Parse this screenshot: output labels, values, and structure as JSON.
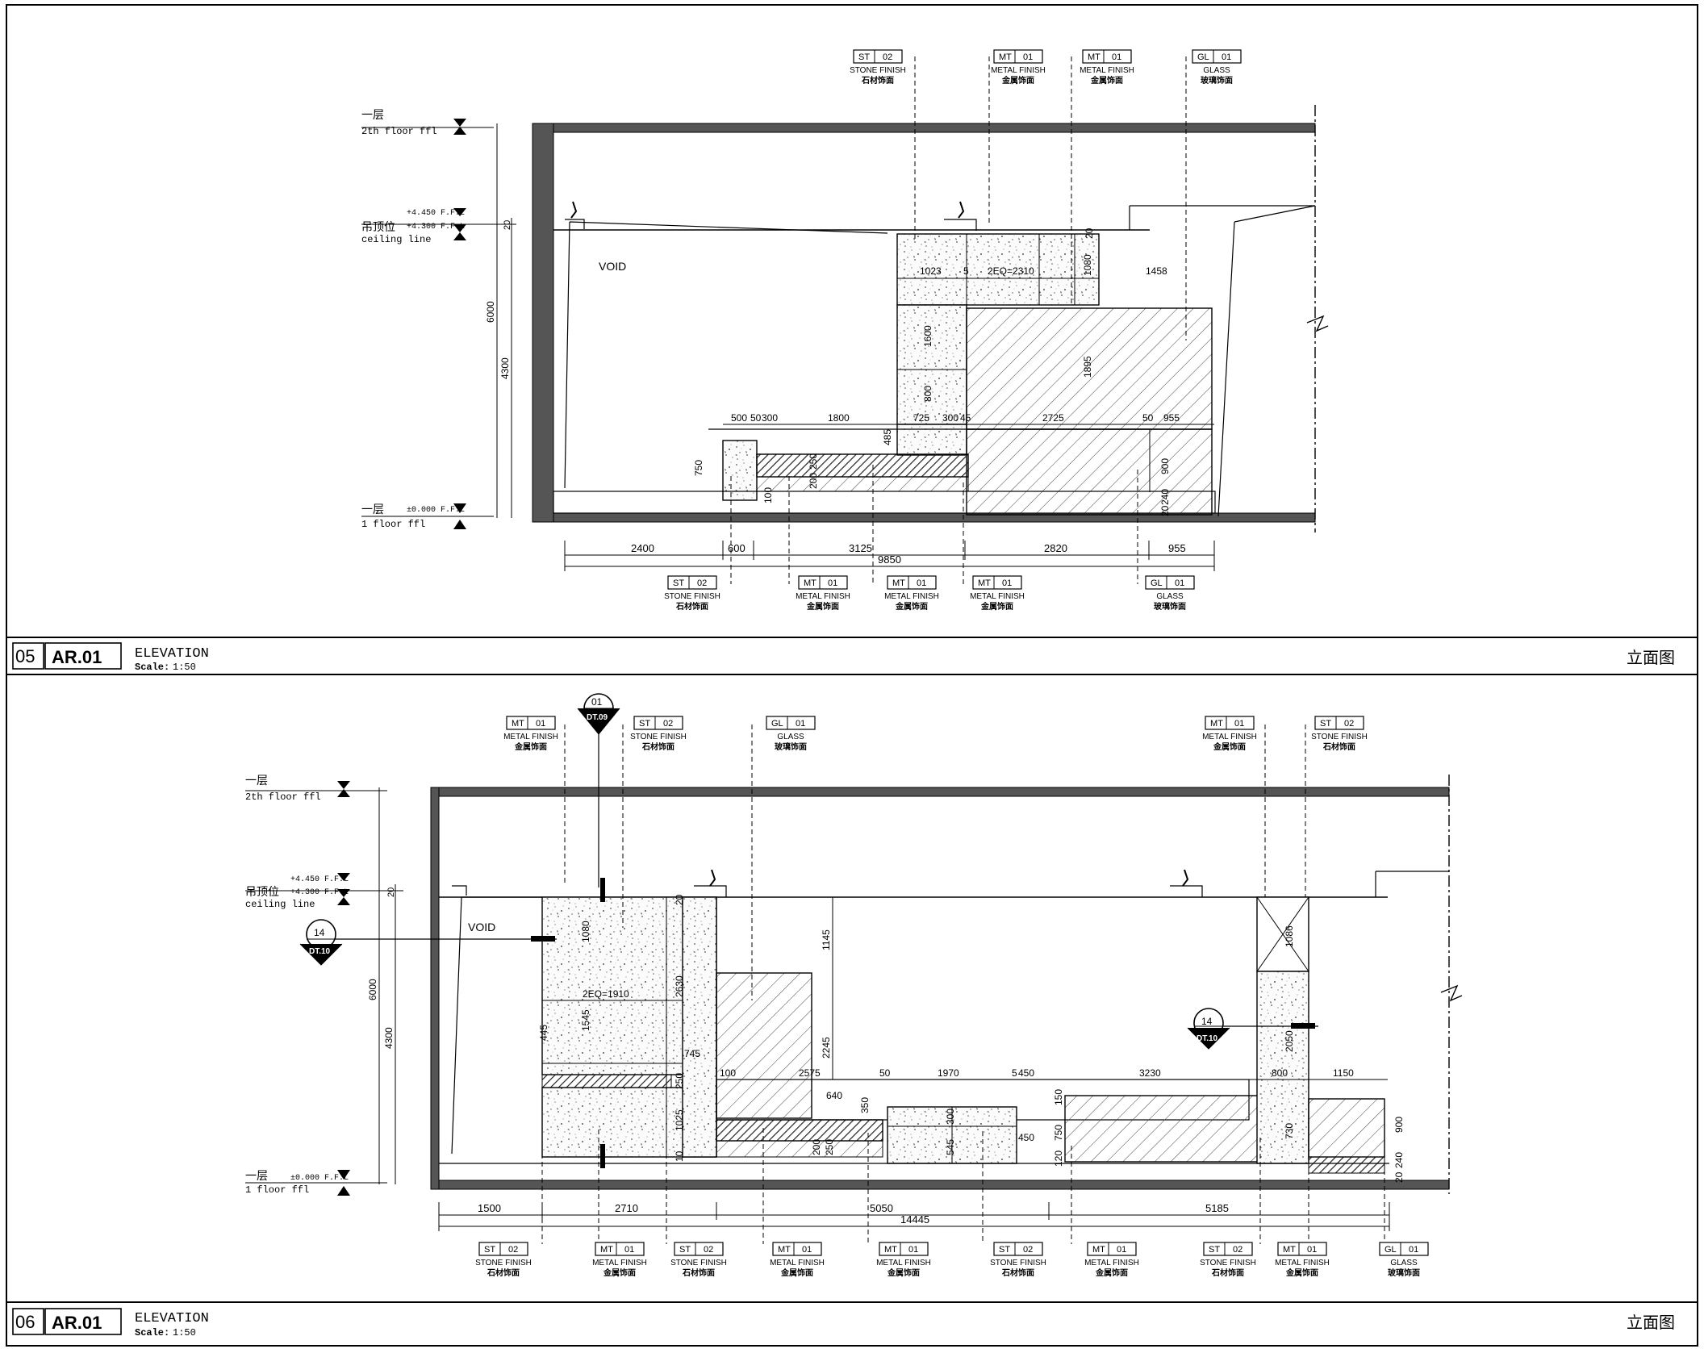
{
  "sheet_frame": "drawing-sheet",
  "elevations": [
    {
      "id": "elev-05",
      "void_label": "VOID",
      "levels": {
        "upper_cn": "一层",
        "upper_en": "2th floor ffl",
        "ceiling_cn": "吊顶位",
        "ceiling_en": "ceiling line",
        "lower_cn": "一层",
        "lower_en": "1 floor ffl",
        "elev_a": "+4.450 F.F.L",
        "elev_b": "+4.300 F.F.L",
        "elev_zero": "±0.000 F.F.L"
      },
      "left_dims": {
        "d20": "20",
        "d6000": "6000",
        "d4300": "4300"
      },
      "top_tags": [
        {
          "code": "ST",
          "num": "02",
          "en": "STONE FINISH",
          "cn": "石材饰面"
        },
        {
          "code": "MT",
          "num": "01",
          "en": "METAL FINISH",
          "cn": "金属饰面"
        },
        {
          "code": "MT",
          "num": "01",
          "en": "METAL FINISH",
          "cn": "金属饰面"
        },
        {
          "code": "GL",
          "num": "01",
          "en": "GLASS",
          "cn": "玻璃饰面"
        }
      ],
      "bottom_tags": [
        {
          "code": "ST",
          "num": "02",
          "en": "STONE FINISH",
          "cn": "石材饰面"
        },
        {
          "code": "MT",
          "num": "01",
          "en": "METAL FINISH",
          "cn": "金属饰面"
        },
        {
          "code": "MT",
          "num": "01",
          "en": "METAL FINISH",
          "cn": "金属饰面"
        },
        {
          "code": "MT",
          "num": "01",
          "en": "METAL FINISH",
          "cn": "金属饰面"
        },
        {
          "code": "GL",
          "num": "01",
          "en": "GLASS",
          "cn": "玻璃饰面"
        }
      ],
      "inner_dims": {
        "d1023": "1023",
        "d5": "5",
        "eq2310": "2EQ=2310",
        "d1458": "1458",
        "d20r": "20",
        "d1080": "1080",
        "d1600": "1600",
        "d800": "800",
        "d1895": "1895",
        "d500": "500",
        "d50a": "50",
        "d300": "300",
        "d1800": "1800",
        "d725": "725",
        "d300b": "300",
        "d45": "45",
        "d2725": "2725",
        "d50b": "50",
        "d955": "955",
        "d485": "485",
        "d750": "750",
        "d900": "900",
        "d100": "100",
        "d200": "200",
        "d250": "250",
        "d20b": "20",
        "d240": "240"
      },
      "bottom_dims": {
        "d2400": "2400",
        "d600": "600",
        "d3125": "3125",
        "d2820": "2820",
        "d955": "955",
        "total": "9850"
      },
      "title": {
        "num": "05",
        "sheet": "AR.01",
        "name": "ELEVATION",
        "scale_label": "Scale:",
        "scale_value": "1:50",
        "cn": "立面图"
      }
    },
    {
      "id": "elev-06",
      "void_label": "VOID",
      "levels": {
        "upper_cn": "一层",
        "upper_en": "2th floor ffl",
        "ceiling_cn": "吊顶位",
        "ceiling_en": "ceiling line",
        "lower_cn": "一层",
        "lower_en": "1 floor ffl",
        "elev_a": "+4.450 F.F.L",
        "elev_b": "+4.300 F.F.L",
        "elev_zero": "±0.000 F.F.L"
      },
      "left_dims": {
        "d20": "20",
        "d6000": "6000",
        "d4300": "4300"
      },
      "callouts": [
        {
          "num": "01",
          "ref": "DT.09"
        },
        {
          "num": "14",
          "ref": "DT.10"
        },
        {
          "num": "14",
          "ref": "DT.10"
        }
      ],
      "top_tags": [
        {
          "code": "MT",
          "num": "01",
          "en": "METAL FINISH",
          "cn": "金属饰面"
        },
        {
          "code": "ST",
          "num": "02",
          "en": "STONE FINISH",
          "cn": "石材饰面"
        },
        {
          "code": "GL",
          "num": "01",
          "en": "GLASS",
          "cn": "玻璃饰面"
        },
        {
          "code": "MT",
          "num": "01",
          "en": "METAL FINISH",
          "cn": "金属饰面"
        },
        {
          "code": "ST",
          "num": "02",
          "en": "STONE FINISH",
          "cn": "石材饰面"
        }
      ],
      "bottom_tags": [
        {
          "code": "ST",
          "num": "02",
          "en": "STONE FINISH",
          "cn": "石材饰面"
        },
        {
          "code": "MT",
          "num": "01",
          "en": "METAL FINISH",
          "cn": "金属饰面"
        },
        {
          "code": "ST",
          "num": "02",
          "en": "STONE FINISH",
          "cn": "石材饰面"
        },
        {
          "code": "MT",
          "num": "01",
          "en": "METAL FINISH",
          "cn": "金属饰面"
        },
        {
          "code": "MT",
          "num": "01",
          "en": "METAL FINISH",
          "cn": "金属饰面"
        },
        {
          "code": "ST",
          "num": "02",
          "en": "STONE FINISH",
          "cn": "石材饰面"
        },
        {
          "code": "MT",
          "num": "01",
          "en": "METAL FINISH",
          "cn": "金属饰面"
        },
        {
          "code": "ST",
          "num": "02",
          "en": "STONE FINISH",
          "cn": "石材饰面"
        },
        {
          "code": "MT",
          "num": "01",
          "en": "METAL FINISH",
          "cn": "金属饰面"
        },
        {
          "code": "GL",
          "num": "01",
          "en": "GLASS",
          "cn": "玻璃饰面"
        }
      ],
      "inner_dims": {
        "d1080": "1080",
        "d20": "20",
        "d2630": "2630",
        "eq1910": "2EQ=1910",
        "d1545": "1545",
        "d445": "445",
        "d745": "745",
        "d250": "250",
        "d1025": "1025",
        "d10": "10",
        "d1145": "1145",
        "d2245": "2245",
        "d100": "100",
        "d2575": "2575",
        "d640": "640",
        "d50": "50",
        "d1970": "1970",
        "d5": "5",
        "d450": "450",
        "d3230": "3230",
        "d800": "800",
        "d1150": "1150",
        "d350": "350",
        "d300": "300",
        "d150": "150",
        "d545": "545",
        "d450b": "450",
        "d750": "750",
        "d120": "120",
        "d900": "900",
        "d240": "240",
        "d1086": "1086",
        "d2050": "2050",
        "d730": "730",
        "d20b": "20",
        "d200": "200",
        "d250b": "250"
      },
      "bottom_dims": {
        "d1500": "1500",
        "d2710": "2710",
        "d5050": "5050",
        "d5185": "5185",
        "total": "14445"
      },
      "title": {
        "num": "06",
        "sheet": "AR.01",
        "name": "ELEVATION",
        "scale_label": "Scale:",
        "scale_value": "1:50",
        "cn": "立面图"
      }
    }
  ]
}
